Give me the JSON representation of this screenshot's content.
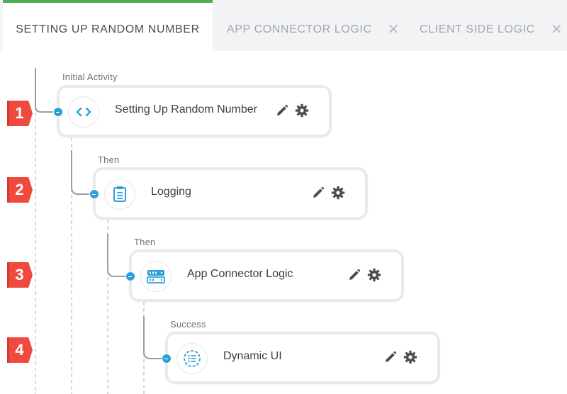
{
  "tabs": [
    {
      "label": "SETTING UP RANDOM NUMBER",
      "active": true
    },
    {
      "label": "APP CONNECTOR LOGIC",
      "active": false,
      "close": "✕"
    },
    {
      "label": "CLIENT SIDE LOGIC",
      "active": false,
      "close": "✕"
    }
  ],
  "steps": [
    {
      "number": "1",
      "label": "Initial Activity",
      "title": "Setting Up Random Number",
      "icon": "code-icon"
    },
    {
      "number": "2",
      "label": "Then",
      "title": "Logging",
      "icon": "clipboard-icon"
    },
    {
      "number": "3",
      "label": "Then",
      "title": "App Connector Logic",
      "icon": "server-icon"
    },
    {
      "number": "4",
      "label": "Success",
      "title": "Dynamic UI",
      "icon": "list-icon"
    }
  ],
  "colors": {
    "active_tab_accent": "#4cae4f",
    "badge": "#f04a3e",
    "collapse_dot": "#2a9fd8",
    "icon_blue": "#2a9fd8"
  }
}
